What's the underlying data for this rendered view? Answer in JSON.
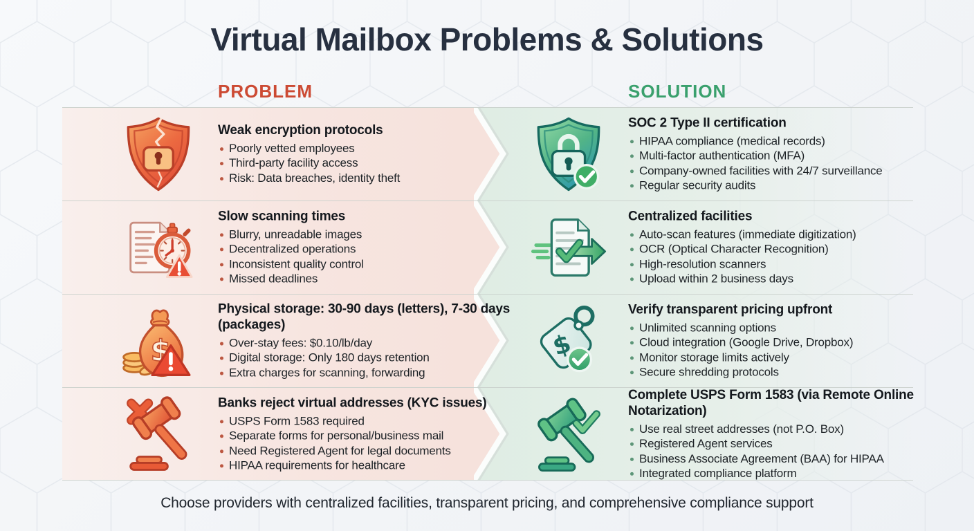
{
  "title": "Virtual Mailbox Problems & Solutions",
  "columns": {
    "problem_label": "PROBLEM",
    "solution_label": "SOLUTION"
  },
  "colors": {
    "problem_accent": "#cc4a33",
    "solution_accent": "#3aa06d",
    "title_color": "#273040",
    "problem_panel": "#f7e4df",
    "solution_panel": "#e1eee6",
    "problem_bullet_dot": "#bc5741",
    "solution_bullet_dot": "#5d9678"
  },
  "rows": [
    {
      "problem": {
        "icon": "broken-shield-lock-icon",
        "heading": "Weak encryption protocols",
        "bullets": [
          "Poorly vetted employees",
          "Third-party facility access",
          "Risk: Data breaches, identity theft"
        ]
      },
      "solution": {
        "icon": "shield-lock-check-icon",
        "heading": "SOC 2 Type II certification",
        "bullets": [
          "HIPAA compliance (medical records)",
          "Multi-factor authentication (MFA)",
          "Company-owned facilities with 24/7 surveillance",
          "Regular security audits"
        ]
      }
    },
    {
      "problem": {
        "icon": "document-stopwatch-warning-icon",
        "heading": "Slow scanning times",
        "bullets": [
          "Blurry, unreadable images",
          "Decentralized operations",
          "Inconsistent quality control",
          "Missed deadlines"
        ]
      },
      "solution": {
        "icon": "document-scan-arrow-icon",
        "heading": "Centralized facilities",
        "bullets": [
          "Auto-scan features (immediate digitization)",
          "OCR (Optical Character Recognition)",
          "High-resolution scanners",
          "Upload within 2 business days"
        ]
      }
    },
    {
      "problem": {
        "icon": "money-bag-warning-icon",
        "heading": "Physical storage: 30-90 days (letters), 7-30 days (packages)",
        "bullets": [
          "Over-stay fees: $0.10/lb/day",
          "Digital storage: Only 180 days retention",
          "Extra charges for scanning, forwarding"
        ]
      },
      "solution": {
        "icon": "price-tag-check-icon",
        "heading": "Verify transparent pricing upfront",
        "bullets": [
          "Unlimited scanning options",
          "Cloud integration (Google Drive, Dropbox)",
          "Monitor storage limits actively",
          "Secure shredding protocols"
        ]
      }
    },
    {
      "problem": {
        "icon": "gavel-rejected-icon",
        "heading": "Banks reject virtual addresses (KYC issues)",
        "bullets": [
          "USPS Form 1583 required",
          "Separate forms for personal/business mail",
          "Need Registered Agent for legal documents",
          "HIPAA requirements for healthcare"
        ]
      },
      "solution": {
        "icon": "gavel-approved-icon",
        "heading": "Complete USPS Form 1583 (via Remote Online Notarization)",
        "bullets": [
          "Use real street addresses (not P.O. Box)",
          "Registered Agent services",
          "Business Associate Agreement (BAA) for HIPAA",
          "Integrated compliance platform"
        ]
      }
    }
  ],
  "footer": "Choose providers with centralized facilities, transparent pricing, and comprehensive compliance support"
}
